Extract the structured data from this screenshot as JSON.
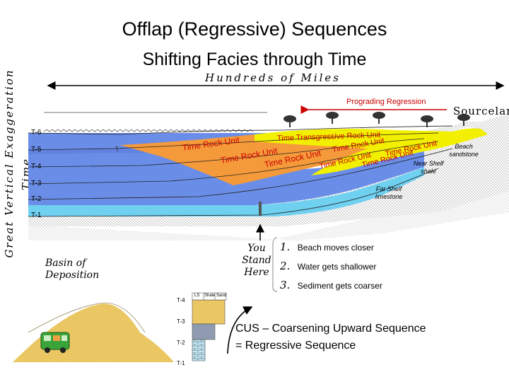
{
  "title": "Offlap (Regressive) Sequences",
  "subtitle": "Shifting Facies through Time",
  "distance_label": "Hundreds of Miles",
  "vertical_label_1": "Great Vertical Exaggeration",
  "vertical_label_2": "Time",
  "prograding_label": "Prograding Regression",
  "sourceland_label": "Sourceland",
  "time_lines": [
    "T-6",
    "T-5",
    "T-4",
    "T-3",
    "T-2",
    "T-1"
  ],
  "rock_units": {
    "transgressive": "Time Transgressive Rock Unit",
    "unit_a": "Time Rock Unit",
    "unit_b": "Time Rock Unit",
    "unit_c": "Time Rock Unit",
    "unit_d": "Time Rock Unit",
    "unit_e": "Time Rock Unit",
    "unit_f": "Time Rock Unit",
    "unit_g": "Time Rock Unit"
  },
  "facies": {
    "beach": "Beach sandstone",
    "near_shelf": "Near Shelf shale",
    "far_shelf": "Far Shelf limestone"
  },
  "you_stand_here": "You Stand Here",
  "basin_label": "Basin of Deposition",
  "observations": [
    {
      "num": "1.",
      "text": "Beach moves closer"
    },
    {
      "num": "2.",
      "text": "Water gets shallower"
    },
    {
      "num": "3.",
      "text": "Sediment gets coarser"
    }
  ],
  "column": {
    "headers": [
      "LS",
      "Shale",
      "Sand"
    ],
    "times": [
      "T-4",
      "T-3",
      "T-2",
      "T-1"
    ]
  },
  "cus_line1": "CUS – Coarsening Upward Sequence",
  "cus_line2": "= Regressive Sequence",
  "colors": {
    "limestone": "#6fd0f0",
    "shale": "#6a8ee8",
    "shale_dark": "#5a78d8",
    "sandstone": "#f2f000",
    "orange": "#f59a3a",
    "arrow_red": "#cc0000"
  }
}
